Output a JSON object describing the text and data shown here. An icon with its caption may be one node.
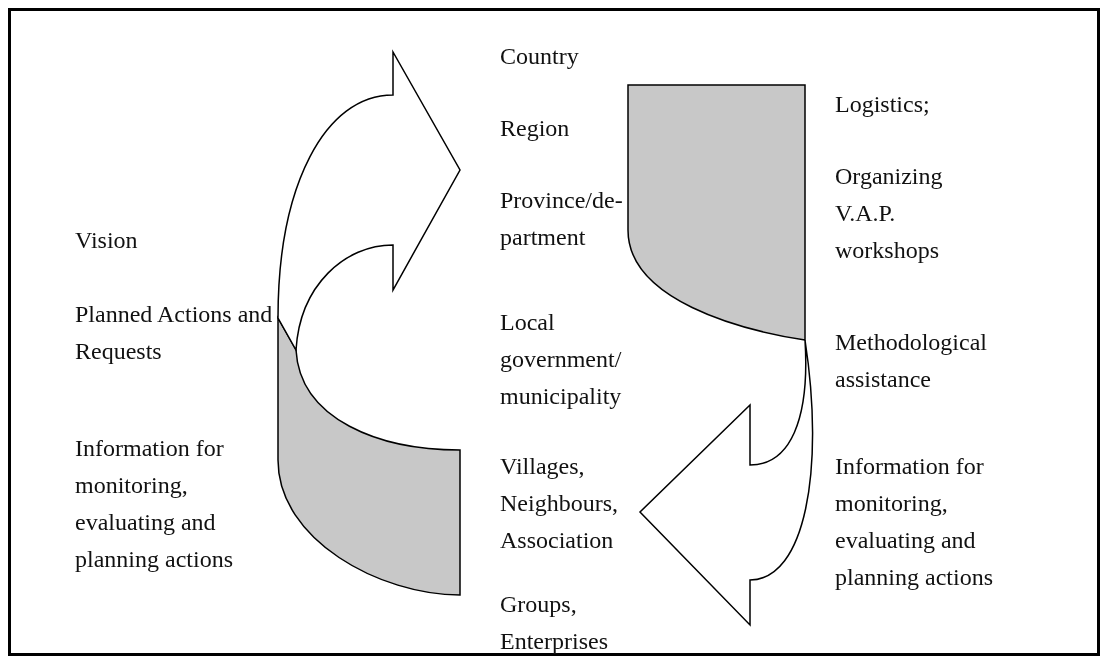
{
  "diagram": {
    "labels": [
      "Vision",
      "Planned Actions and Requests",
      "Information for monitoring, evaluating and planning actions",
      "Country",
      "Region",
      "Province/de-partment",
      "Local government/ municipality",
      "Villages, Neighbours, Association",
      "Groups, Enterprises",
      "Logistics;",
      "Organizing V.A.P. workshops",
      "Methodological assistance",
      "Information for monitoring, evaluating and planning actions"
    ]
  }
}
